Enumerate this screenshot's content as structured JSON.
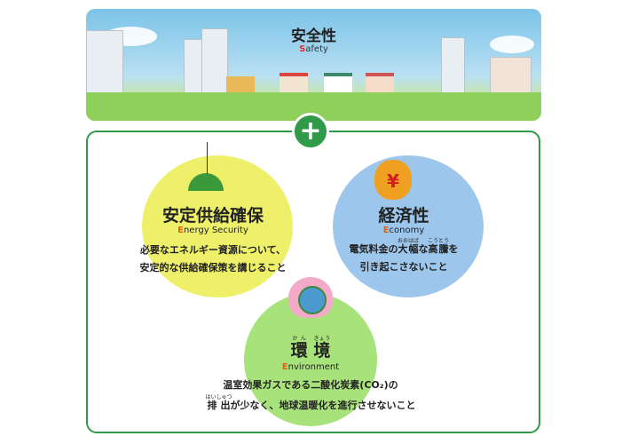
{
  "safety": {
    "title": "安全性",
    "sub_initial": "S",
    "sub_rest": "afety"
  },
  "plus_icon": "plus-icon",
  "energy": {
    "title": "安定供給確保",
    "sub_initial": "E",
    "sub_rest": "nergy Security",
    "line1": "必要なエネルギー資源について、",
    "line2": "安定的な供給確保策を講じること"
  },
  "economy": {
    "title": "経済性",
    "sub_initial": "E",
    "sub_rest": "conomy",
    "line1_a": "電気料金の",
    "line1_b": "大幅",
    "line1_b_ruby": "おおはば",
    "line1_c": "な",
    "line1_d": "高騰",
    "line1_d_ruby": "こうとう",
    "line1_e": "を",
    "line2": "引き起こさないこと"
  },
  "environment": {
    "title_a": "環",
    "title_a_ruby": "かん",
    "title_b": "境",
    "title_b_ruby": "きょう",
    "sub_initial": "E",
    "sub_rest": "nvironment",
    "line1": "温室効果ガスである二酸化炭素(CO₂)の",
    "line2_a": "排出",
    "line2_a_ruby": "はいしゅつ",
    "line2_b": "が少なく、地球温暖化を進行させないこと"
  },
  "colors": {
    "green": "#2f9a48",
    "yellow": "#eef06a",
    "blue": "#9cc6ec",
    "lightgreen": "#a7e27a",
    "pink": "#f3a9c8",
    "orange": "#e8600f"
  }
}
